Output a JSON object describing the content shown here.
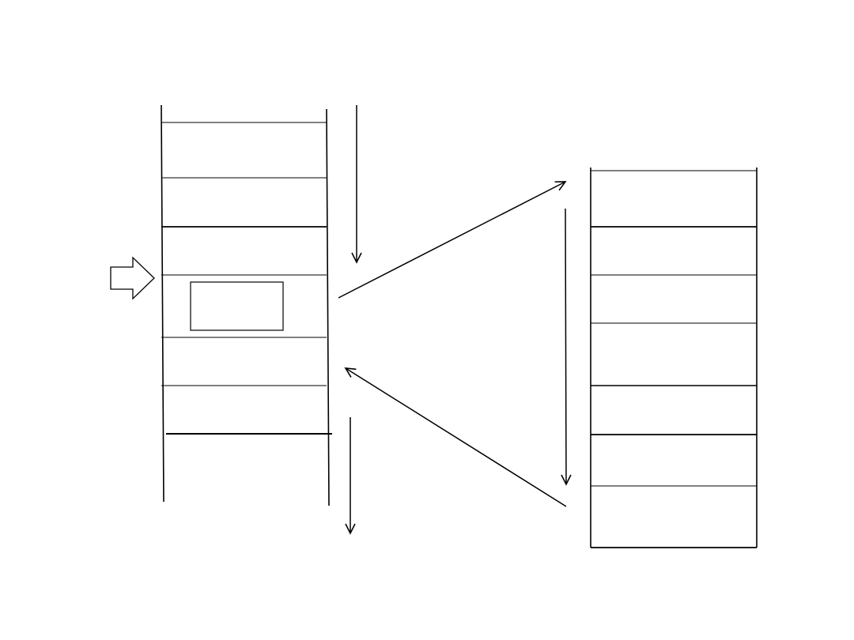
{
  "diagram": {
    "background_color": "#ffffff",
    "stroke_color": "#000000",
    "arrowhead_style": "open-chevron",
    "left_stack": {
      "segment_count": 7,
      "highlighted_segment": 4,
      "has_inset_box": true,
      "input_arrow": "block-arrow-right"
    },
    "right_stack": {
      "segment_count": 7
    },
    "flow": {
      "left_stack_upper_arrow": "down",
      "left_stack_lower_arrow": "down",
      "right_stack_side_arrow": "down",
      "left_to_right_arrow": "up-right",
      "right_to_left_arrow": "up-left"
    }
  }
}
